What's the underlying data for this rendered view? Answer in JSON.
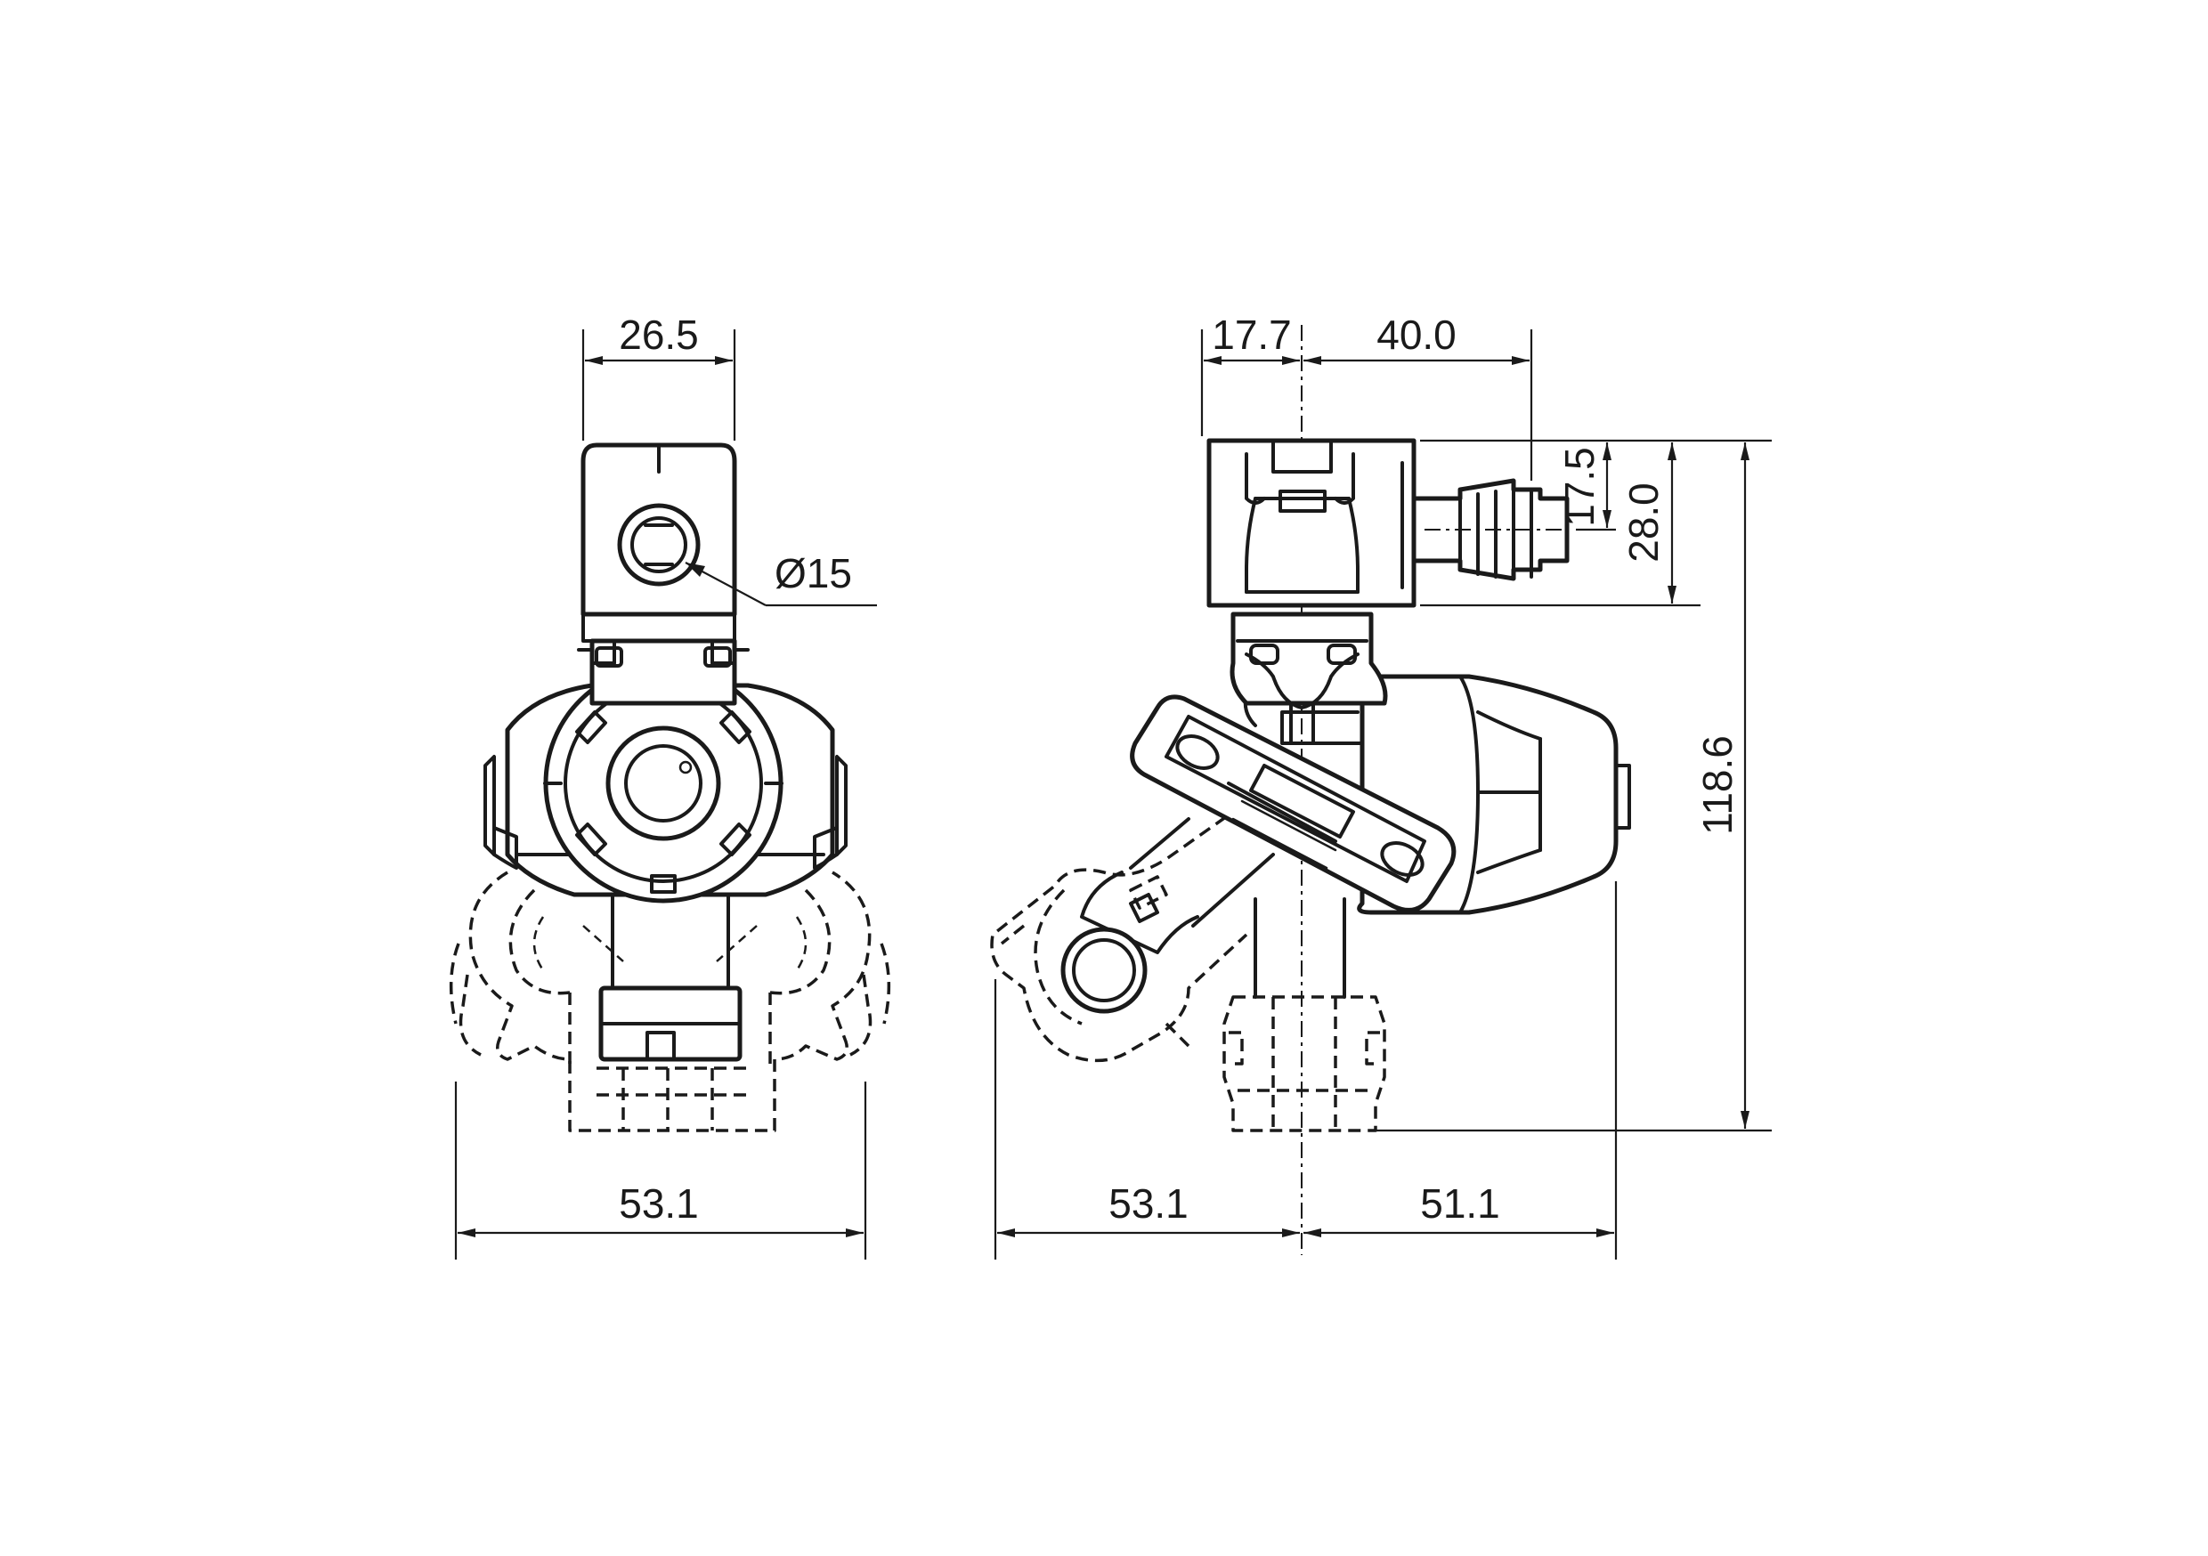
{
  "dimensions": {
    "front_width_top": "26.5",
    "bore_diameter": "Ø15",
    "front_width_bottom": "53.1",
    "side_offset_top": "17.7",
    "side_inlet_length": "40.0",
    "inlet_center_height": "17.5",
    "inlet_body_height": "28.0",
    "overall_height": "118.6",
    "side_left_width": "53.1",
    "side_right_width": "51.1"
  },
  "colors": {
    "line": "#1a1a1a",
    "background": "#ffffff"
  }
}
